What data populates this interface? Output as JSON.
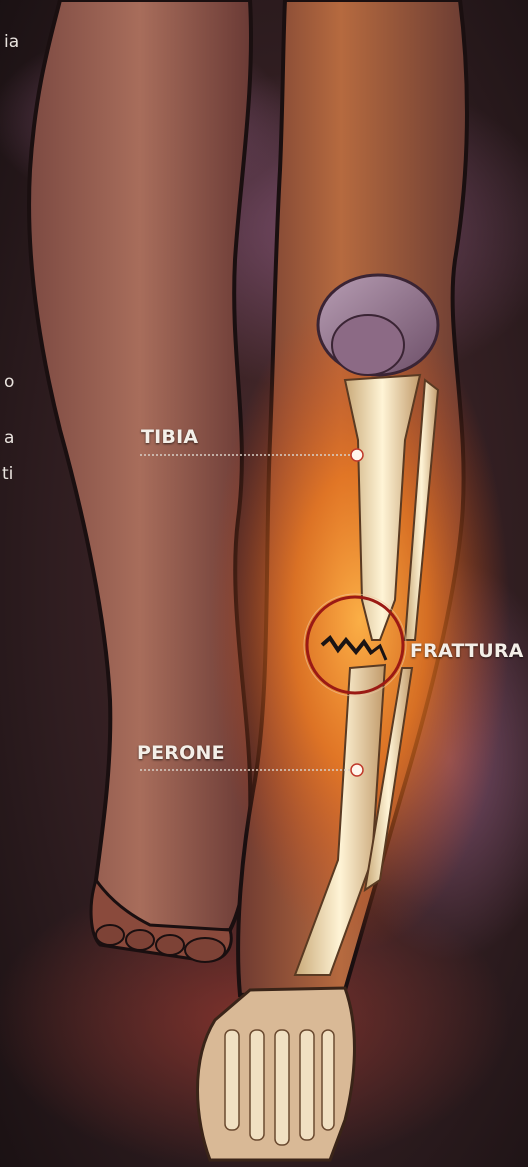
{
  "left_column_stub": {
    "line_1": "ia",
    "line_2": "o",
    "line_3": "a",
    "line_4": "ti"
  },
  "labels": {
    "tibia": "TIBIA",
    "fracture": "FRATTURA",
    "fibula": "PERONE"
  },
  "colors": {
    "background": "#241719",
    "glow": "#f07a1e",
    "fracture_ring": "#9b1a14",
    "bone": "#efe4c8"
  }
}
